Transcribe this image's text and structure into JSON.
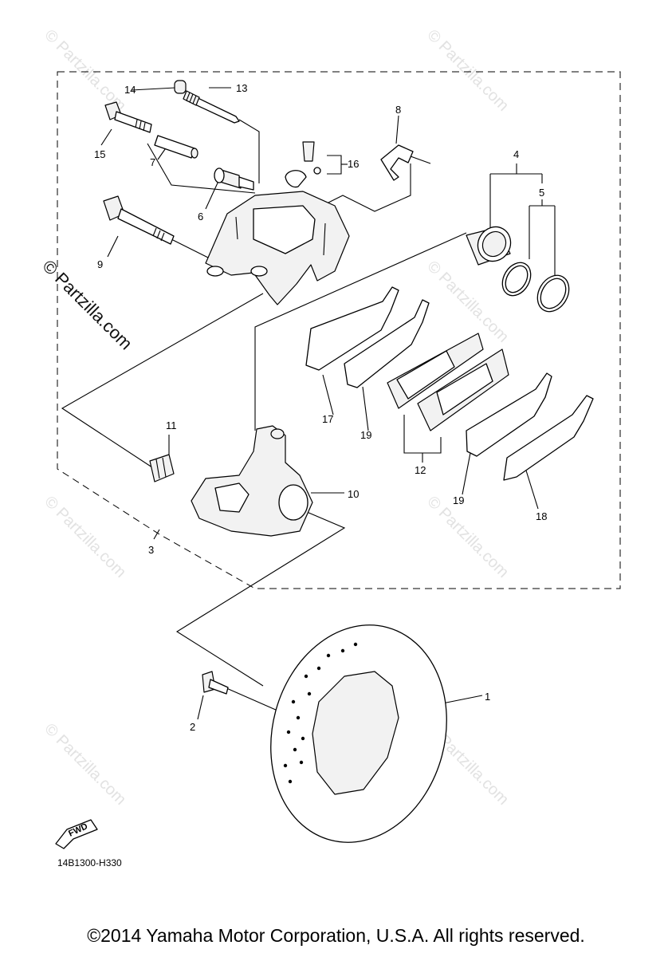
{
  "watermark_text": "© Partzilla.com",
  "diagram_code": "14B1300-H330",
  "fwd_label": "FWD",
  "copyright": "©2014 Yamaha Motor Corporation, U.S.A. All rights reserved.",
  "callouts": {
    "c1": "1",
    "c2": "2",
    "c3": "3",
    "c4": "4",
    "c5": "5",
    "c6": "6",
    "c7": "7",
    "c8": "8",
    "c9": "9",
    "c10": "10",
    "c11": "11",
    "c12": "12",
    "c13": "13",
    "c14": "14",
    "c15": "15",
    "c16": "16",
    "c17": "17",
    "c18": "18",
    "c19a": "19",
    "c19b": "19"
  }
}
